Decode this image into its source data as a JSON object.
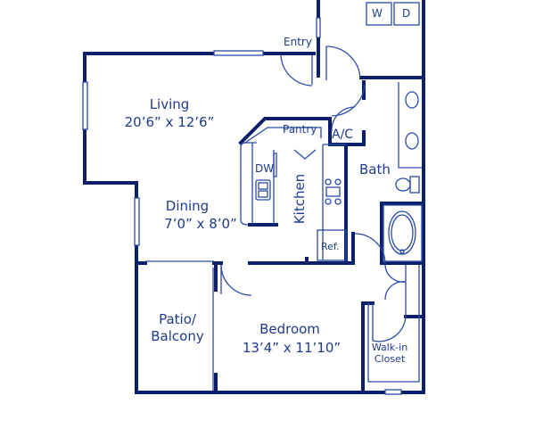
{
  "colors": {
    "wall": "#0b1f6b",
    "thin_line": "#2a4aa8",
    "text": "#1f3a8a",
    "background": "#ffffff"
  },
  "rooms": {
    "living": {
      "name": "Living",
      "dimensions": "20’6” x 12’6”"
    },
    "dining": {
      "name": "Dining",
      "dimensions": "7’0” x 8’0”"
    },
    "kitchen": {
      "name": "Kitchen"
    },
    "bath": {
      "name": "Bath"
    },
    "bedroom": {
      "name": "Bedroom",
      "dimensions": "13’4” x 11’10”"
    },
    "patio": {
      "line1": "Patio/",
      "line2": "Balcony"
    },
    "walkin_closet": {
      "line1": "Walk-in",
      "line2": "Closet"
    },
    "entry": {
      "name": "Entry"
    },
    "pantry": {
      "name": "Pantry"
    },
    "ac": {
      "name": "A/C"
    }
  },
  "fixtures": {
    "washer": "W",
    "dryer": "D",
    "dishwasher": "DW",
    "refrigerator": "Ref."
  }
}
